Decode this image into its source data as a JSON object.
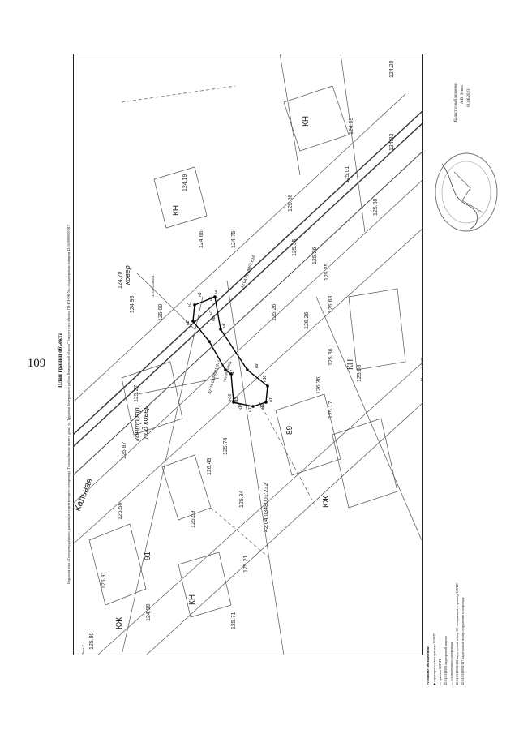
{
  "page_number": "109",
  "title": "План границ объекта",
  "subtitle": "Охранная зона «Газопровод низкого давления от существующего газопровода \"Газоснабжение жилого дома\" ул. Трудовая Кемеровского района Кемеровской области\" 3-я узел узел объекта ГП-КЭ-ОК-Ук» с кадастровым номером 42:04:0000000:917",
  "sheet_label": "Лист 2",
  "scale_label": "Масштаб 1:500",
  "engineer": {
    "line1": "Кадастровый инженер",
    "line2": "А.В. Зуков",
    "line3": "01.06.2023"
  },
  "legend": {
    "title": "Условные обозначения:",
    "items": [
      "характерная точка границы ЗОУИТ",
      "граница ЗОУИТ",
      "кадастровый квартал",
      "ось подземного газопровода",
      "кадастровый номер ЗУ, попадающих в границу ЗОУИТ",
      "кадастровый номер сооружения газопровода"
    ],
    "codes": [
      "",
      "",
      "42:04:0348001",
      "",
      "42:04:0348001:232",
      "42:04:0348001:917"
    ]
  },
  "map_labels": {
    "kover": "ковер",
    "kontr": "контр.тр.",
    "pod_kover": "под ковер",
    "street": "Кальная",
    "quarter": "42:04:0348001",
    "parcel1": "42:04:0348001:232",
    "parcel2": "42:04:0348001:917",
    "parcel3": "42:04:0348001:616",
    "gas": "газопровод",
    "kn": "КН",
    "kzh": "КЖ",
    "num89": "89",
    "num91": "91",
    "elev": [
      "124.20",
      "124.09",
      "125.01",
      "124.70",
      "124.93",
      "125.00",
      "124.19",
      "124.66",
      "124.75",
      "125.68",
      "125.35",
      "125.86",
      "125.08",
      "125.36",
      "125.17",
      "125.74",
      "125.81",
      "125.56",
      "125.84",
      "124.98",
      "125.27",
      "125.80",
      "125.21",
      "125.26",
      "126.43",
      "125.87",
      "125.71",
      "125.59",
      "126.36",
      "126.26",
      "125.26",
      "125.88",
      "124.83",
      "125.25"
    ],
    "points": [
      "н1",
      "н2",
      "н3",
      "н4",
      "н5",
      "н6",
      "н7",
      "н8",
      "н9",
      "н10",
      "н11",
      "н12",
      "н13",
      "н14",
      "н15",
      "н16",
      "н17"
    ]
  }
}
